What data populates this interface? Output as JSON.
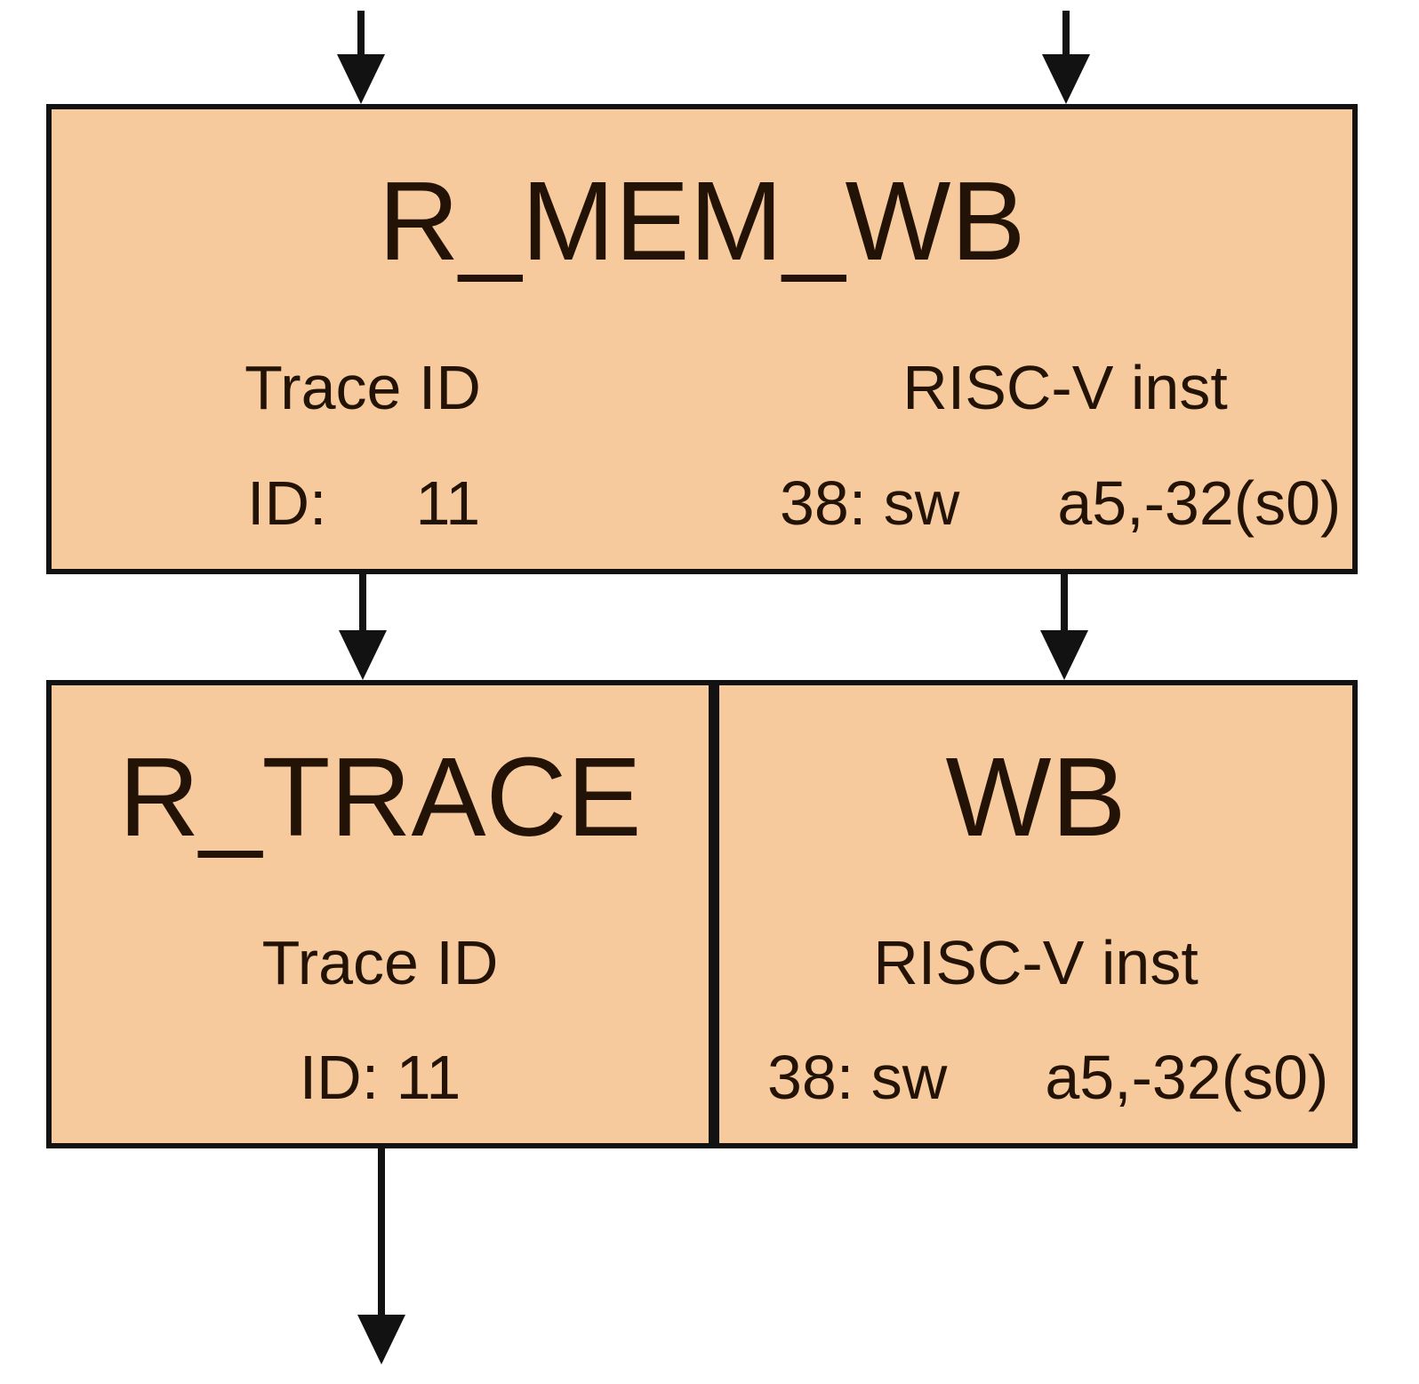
{
  "colors": {
    "background": "#ffffff",
    "box_fill": "#f6ca9c",
    "box_border": "#121212",
    "text": "#231306",
    "arrow": "#121212"
  },
  "top_box": {
    "title": "R_MEM_WB",
    "left_header": "Trace ID",
    "left_key": "ID:",
    "left_value": "11",
    "right_header": "RISC-V inst",
    "right_key": "38: sw",
    "right_value": "a5,-32(s0)"
  },
  "trace_box": {
    "title": "R_TRACE",
    "header": "Trace ID",
    "detail": "ID: 11"
  },
  "wb_box": {
    "title": "WB",
    "header": "RISC-V inst",
    "key": "38: sw",
    "value": "a5,-32(s0)"
  }
}
